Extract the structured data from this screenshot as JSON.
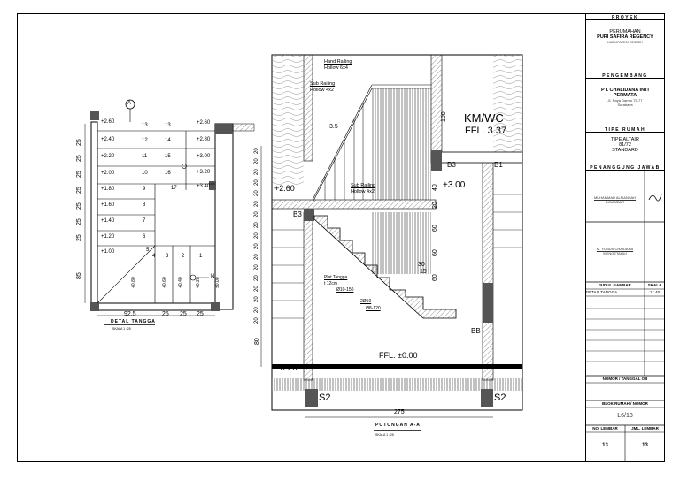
{
  "title_block": {
    "proyek_header": "PROYEK",
    "project_line1": "PERUMAHAN",
    "project_line2": "PURI SAFIRA REGENCY",
    "project_location": "KABUPATEN GRESIK",
    "pengembang_header": "PENGEMBANG",
    "developer_line1": "PT. CHALIDANA INTI",
    "developer_line2": "PERMATA",
    "developer_address1": "Jl. Raya Darmo 75-77",
    "developer_address2": "Surabaya",
    "tipe_header": "TIPE RUMAH",
    "tipe_line1": "TIPE ALTAIR",
    "tipe_line2": "81/72",
    "tipe_line3": "STANDARD",
    "pj_header": "PENANGGUNG JAWAB",
    "signer1_name": "MUHAMMAD ALFIANSAH",
    "signer1_role": "DIGAMBAR",
    "signer2_name": "M. YUNUS CHAIDANA",
    "signer2_role": "MENGETAHUI",
    "judul_label": "JUDUL GAMBAR",
    "skala_label": "SKALA",
    "judul_value": "DETAIL TANGGA",
    "skala_value": "1 : 40",
    "nomor_tanggal_label": "NOMOR / TANGGAL OB",
    "blok_label": "BLOK RUMAH / NOMOR",
    "blok_value": "L6/18",
    "no_lembar_label": "NO. LEMBAR",
    "jml_lembar_label": "JML. LEMBAR",
    "no_lembar_value": "13",
    "jml_lembar_value": "13"
  },
  "plan_detail": {
    "title": "DETAL TANGGA",
    "scale": "SKALA 1 : 25",
    "section_marker": "A",
    "north_marker": "N",
    "left_elevations": [
      "+2.60",
      "+2.40",
      "+2.20",
      "+2.00",
      "+1.80",
      "+1.60",
      "+1.40",
      "+1.20",
      "+1.00"
    ],
    "left_step_numbers": [
      "13",
      "12",
      "11",
      "10",
      "9",
      "8",
      "7",
      "6",
      "5"
    ],
    "right_step_numbers": [
      "13",
      "14",
      "15",
      "16",
      "17"
    ],
    "right_elevations": [
      "+2.60",
      "+2.80",
      "+3.00",
      "+3.20",
      "+3.40"
    ],
    "bottom_step_numbers": [
      "4",
      "3",
      "2",
      "1"
    ],
    "bottom_elevations": [
      "+0.80",
      "+0.60",
      "+0.40",
      "+0.20",
      "±0.00"
    ],
    "left_dimensions": [
      "25",
      "25",
      "25",
      "25",
      "25",
      "25",
      "25",
      "85"
    ],
    "bottom_dimensions": [
      "92.5",
      "25",
      "25",
      "25"
    ]
  },
  "section_detail": {
    "title": "POTONGAN A-A",
    "scale": "SKALA 1 : 25",
    "hand_railing_1": "Hand Railing",
    "hand_railing_2": "Hollow 6x4",
    "sub_railing_top_1": "Sub Railing",
    "sub_railing_top_2": "Hollow 4x2",
    "sub_railing_mid_1": "Sub Railing",
    "sub_railing_mid_2": "Hollow 4x2",
    "room_label": "KM/WC",
    "ffl_upper": "FFL. 3.37",
    "ffl_lower": "FFL. ±0.00",
    "level_260": "+2.60",
    "level_300": "+3.00",
    "level_minus020": "-0.20",
    "dim_100": "100",
    "dim_35": "3.5",
    "dim_40": "40",
    "dim_20": "20",
    "dim_60a": "60",
    "dim_60b": "60",
    "dim_60c": "60",
    "dim_80": "80",
    "dim_275": "275",
    "dim_30": "30",
    "dim_15": "15",
    "left_twenties": [
      "20",
      "20",
      "20",
      "20",
      "20",
      "20",
      "20",
      "20",
      "20",
      "20",
      "20",
      "20",
      "20",
      "20",
      "20",
      "20",
      "20"
    ],
    "plat_1": "Plat Tangga",
    "plat_2": "t 12cm",
    "plat_3": "Ø10-150",
    "tul_1": "2Ø10",
    "tul_2": "Ø8-120",
    "beam_b3_top": "B3",
    "beam_b1": "B1",
    "beam_b3_mid": "B3",
    "beam_bb": "BB",
    "sloof_left": "S2",
    "sloof_right": "S2"
  }
}
